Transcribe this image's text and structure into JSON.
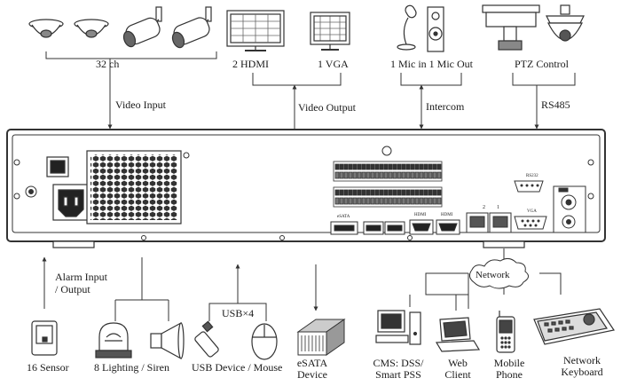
{
  "top": {
    "cameras_label": "32 ch",
    "video_input_label": "Video Input",
    "hdmi_label": "2 HDMI",
    "vga_label": "1 VGA",
    "video_output_label": "Video Output",
    "mic_label": "1 Mic in 1 Mic Out",
    "intercom_label": "Intercom",
    "ptz_label": "PTZ Control",
    "rs485_label": "RS485"
  },
  "panel": {
    "rs232_label": "RS232",
    "vga_port_label": "VGA",
    "esata_label": "eSATA",
    "hdmi_port_label": "HDMI",
    "lan_labels": [
      "1",
      "2"
    ]
  },
  "bottom": {
    "alarm_label_1": "Alarm Input",
    "alarm_label_2": "/ Output",
    "sensor_label": "16 Sensor",
    "lighting_label": "8 Lighting / Siren",
    "usb_label": "USB×4",
    "usb_device_label": "USB Device / Mouse",
    "esata_line1": "eSATA",
    "esata_line2": "Device",
    "network_label": "Network",
    "cms_line1": "CMS: DSS/",
    "cms_line2": "Smart PSS",
    "web_line1": "Web",
    "web_line2": "Client",
    "mobile_line1": "Mobile",
    "mobile_line2": "Phone",
    "keyboard_line1": "Network",
    "keyboard_line2": "Keyboard"
  }
}
